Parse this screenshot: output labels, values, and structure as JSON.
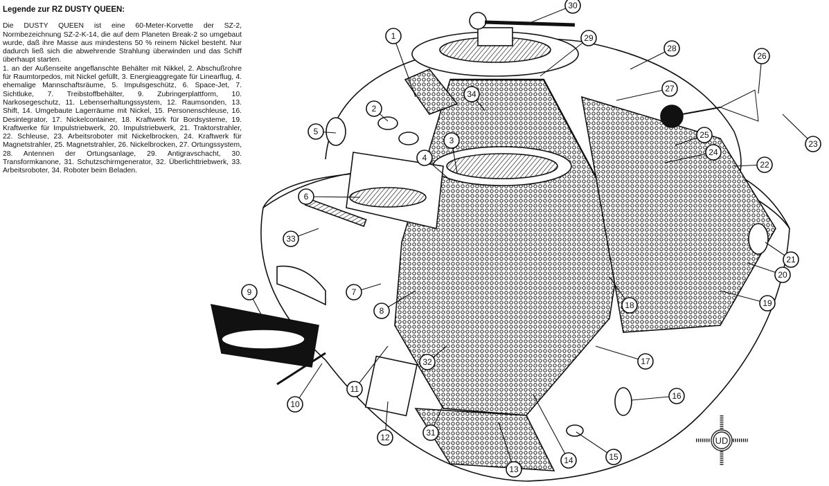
{
  "legend": {
    "title": "Legende zur RZ DUSTY QUEEN:",
    "intro": "Die DUSTY QUEEN ist eine 60-Meter-Korvette der SZ-2, Normbezeichnung SZ-2-K-14, die auf dem Planeten Break-2 so umgebaut wurde, daß ihre Masse aus mindestens 50 % reinem Nickel besteht. Nur dadurch ließ sich die abwehrende Strahlung überwinden und das Schiff überhaupt starten.",
    "items": "1. an der Außenseite angeflanschte Behälter mit Nikkel, 2. Abschußrohre für Raumtorpedos, mit Nickel gefüllt, 3. Energieaggregate für Linearflug, 4. ehemalige Mannschaftsräume, 5. Impulsgeschütz, 6. Space-Jet, 7. Sichtluke, 7. Treibstoffbehälter, 9. Zubringerplattform, 10. Narkosegeschutz, 11. Lebenserhaltungssystem, 12. Raumsonden, 13. Shift, 14. Umgebaute Lagerräume mit Nickel, 15. Personenschleuse, 16. Desintegrator, 17. Nickelcontainer, 18. Kraftwerk für Bordsysteme, 19. Kraftwerke für Impulstriebwerk, 20. Impulstriebwerk, 21. Traktorstrahler, 22. Schleuse, 23. Arbeitsroboter mit Nickelbrocken, 24. Kraftwerk für Magnetstrahler, 25. Magnetstrahler, 26. Nickelbrocken, 27. Ortungssystem, 28. Antennen der Ortungsanlage, 29. Antigravschacht, 30. Transformkanone, 31. Schutzschirmgenerator, 32. Überlichttriebwerk, 33. Arbeitsroboter, 34. Roboter beim Beladen."
  },
  "callouts": [
    "1",
    "2",
    "3",
    "4",
    "5",
    "6",
    "7",
    "8",
    "9",
    "10",
    "11",
    "12",
    "13",
    "14",
    "15",
    "16",
    "17",
    "18",
    "19",
    "20",
    "21",
    "22",
    "23",
    "24",
    "25",
    "26",
    "27",
    "28",
    "29",
    "30",
    "31",
    "32",
    "33",
    "34"
  ],
  "logo": "UD"
}
